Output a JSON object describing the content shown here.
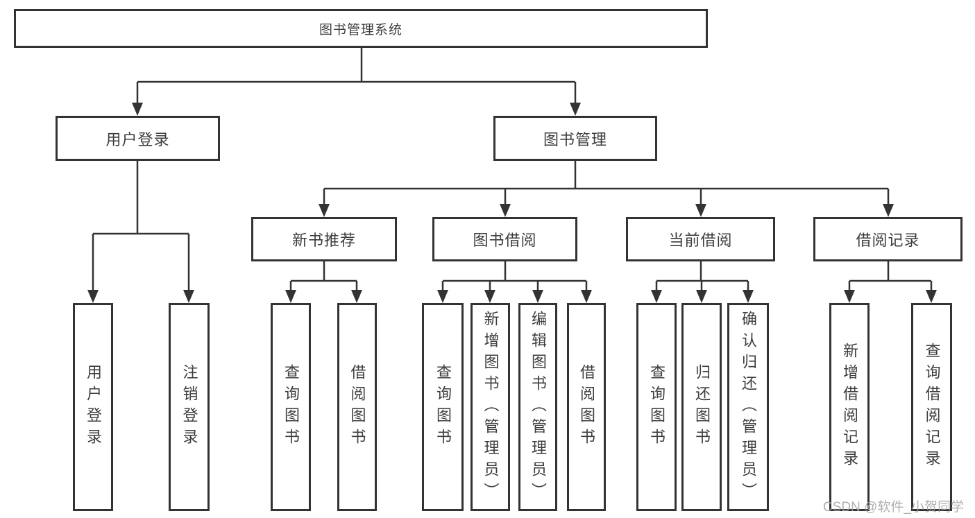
{
  "diagram": {
    "root": {
      "label": "图书管理系统"
    },
    "level2": [
      {
        "label": "用户登录"
      },
      {
        "label": "图书管理"
      }
    ],
    "level3": [
      {
        "label": "新书推荐"
      },
      {
        "label": "图书借阅"
      },
      {
        "label": "当前借阅"
      },
      {
        "label": "借阅记录"
      }
    ],
    "leaves": {
      "user_login": [
        {
          "label": "用户登录"
        },
        {
          "label": "注销登录"
        }
      ],
      "new_book": [
        {
          "label": "查询图书"
        },
        {
          "label": "借阅图书"
        }
      ],
      "book_borrowing": [
        {
          "label": "查询图书"
        },
        {
          "label": "新增图书（管理员）"
        },
        {
          "label": "编辑图书（管理员）"
        },
        {
          "label": "借阅图书"
        }
      ],
      "current_borrowing": [
        {
          "label": "查询图书"
        },
        {
          "label": "归还图书"
        },
        {
          "label": "确认归还（管理员）"
        }
      ],
      "borrowing_records": [
        {
          "label": "新增借阅记录"
        },
        {
          "label": "查询借阅记录"
        }
      ]
    }
  },
  "watermark": {
    "text": "CSDN @软件_小贺同学"
  },
  "colors": {
    "line": "#333333",
    "text": "#3d3d3d",
    "watermark": "#a2a2a2",
    "background": "#ffffff"
  }
}
